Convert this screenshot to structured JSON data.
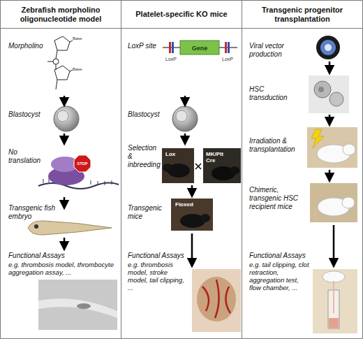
{
  "diagram": {
    "nodes": [
      {
        "text": [
          "Zebrafish morpholino oligonucleotide model"
        ]
      },
      {
        "text": [
          "Platelet-specific KO mice"
        ]
      },
      {
        "text": [
          "Transgenic progenitor transplantation"
        ]
      }
    ],
    "labels": [
      "Morpholino",
      "Base",
      "Base",
      "Blastocyst",
      "No translation",
      "STOP",
      "Transgenic fish embryo",
      "Functional Assays",
      "e.g. thrombosis model, thrombocyte aggregation assay, ...",
      "LoxP site",
      "Gene",
      "LoxP",
      "LoxP",
      "Blastocyst",
      "Selection & inbreeding",
      "Lox",
      "MK/Plt Cre",
      "Transgenic mice",
      "Floxed",
      "Functional Assays",
      "e.g. thrombosis model, stroke model, tail clipping, ...",
      "Viral vector production",
      "HSC transduction",
      "Irradiation & transplantation",
      "Chimeric, transgenic HSC recipient mice",
      "Functional Assays",
      "e.g. tail clipping, clot retraction, aggregation test, flow chamber, ..."
    ]
  }
}
